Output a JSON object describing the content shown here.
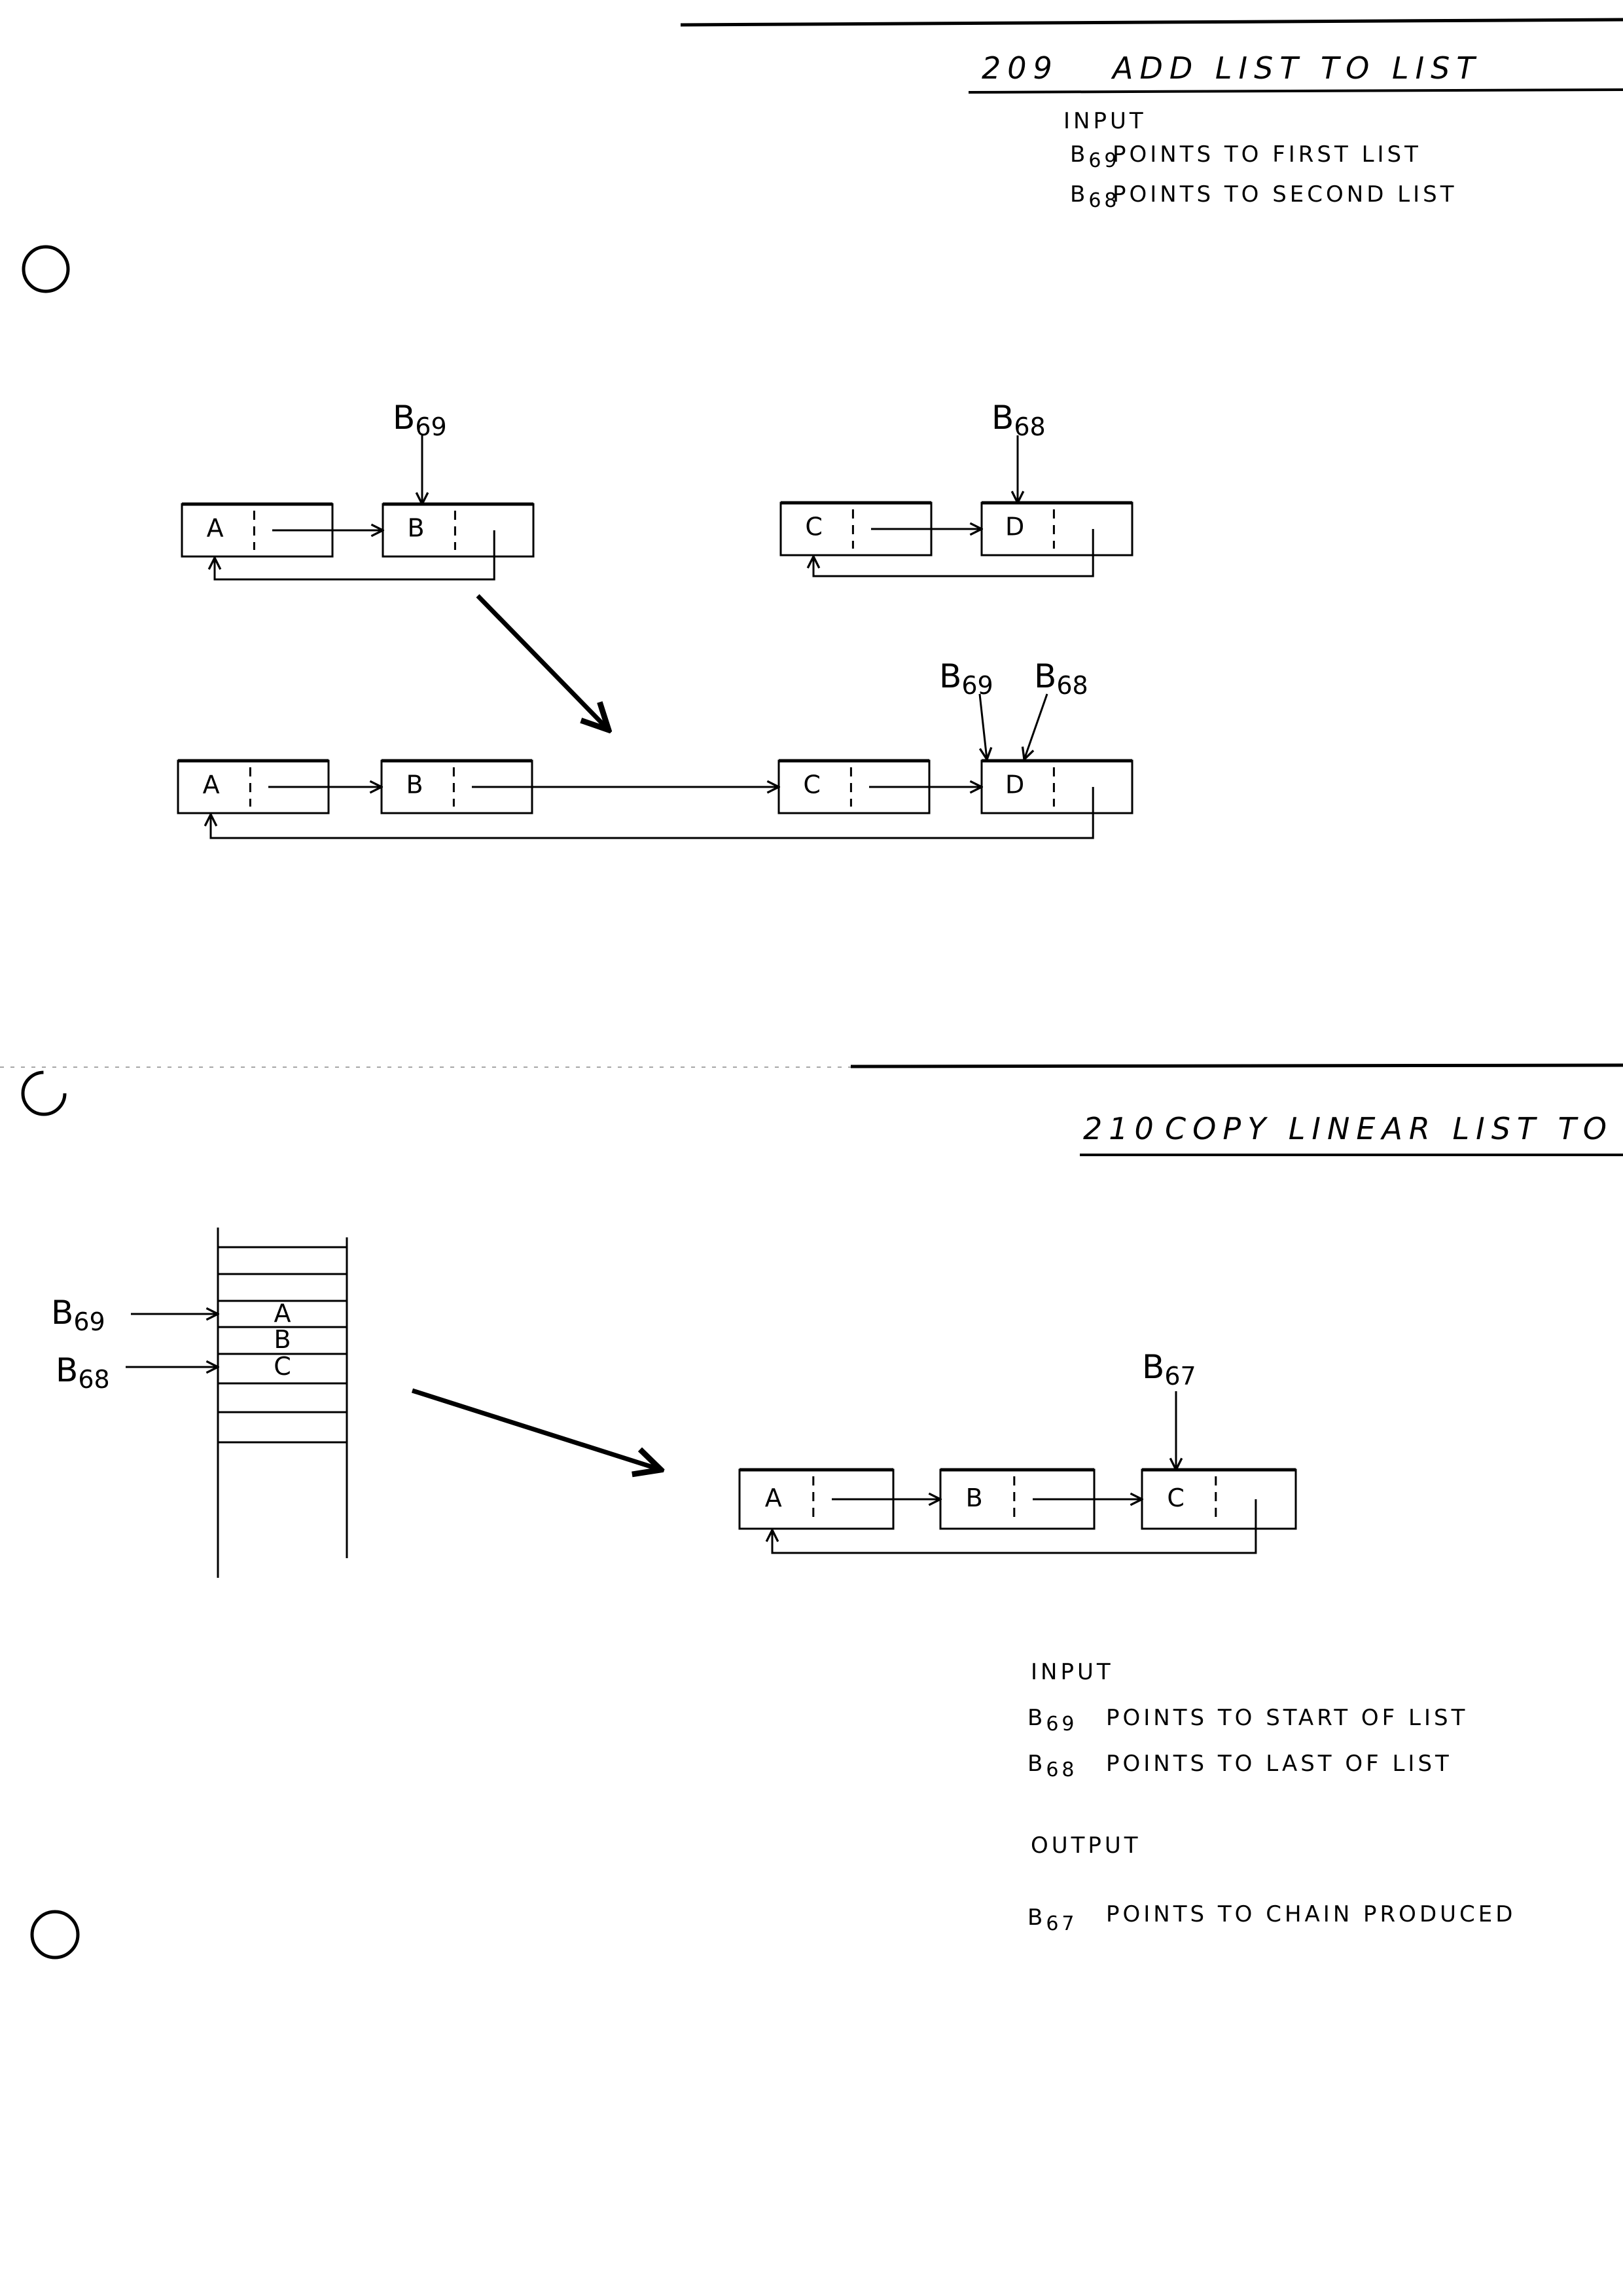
{
  "document": {
    "ink_color": "#000000",
    "paper_color": "#ffffff"
  },
  "section_209": {
    "number": "209",
    "title": "ADD LIST TO LIST",
    "input_heading": "INPUT",
    "input_lines": [
      {
        "register": "B",
        "sub": "69",
        "text": "POINTS TO FIRST LIST"
      },
      {
        "register": "B",
        "sub": "68",
        "text": "POINTS TO SECOND LIST"
      }
    ],
    "before": {
      "list1": {
        "nodes": [
          "A",
          "B"
        ],
        "pointer": {
          "register": "B",
          "sub": "69",
          "target_node": "B"
        }
      },
      "list2": {
        "nodes": [
          "C",
          "D"
        ],
        "pointer": {
          "register": "B",
          "sub": "68",
          "target_node": "D"
        }
      }
    },
    "after": {
      "nodes": [
        "A",
        "B",
        "C",
        "D"
      ],
      "pointers": [
        {
          "register": "B",
          "sub": "69",
          "target_node": "D"
        },
        {
          "register": "B",
          "sub": "68",
          "target_node": "D"
        }
      ]
    }
  },
  "section_210": {
    "number": "210",
    "title": "COPY LINEAR LIST TO CHAI",
    "linear_list": {
      "cells": [
        "",
        "",
        "A",
        "B",
        "C",
        "",
        "",
        ""
      ],
      "pointers": [
        {
          "register": "B",
          "sub": "69",
          "target_cell": "A"
        },
        {
          "register": "B",
          "sub": "68",
          "target_cell": "C"
        }
      ]
    },
    "chain": {
      "nodes": [
        "A",
        "B",
        "C"
      ],
      "pointer": {
        "register": "B",
        "sub": "67",
        "target_node": "C"
      }
    },
    "input_heading": "INPUT",
    "input_lines": [
      {
        "register": "B",
        "sub": "69",
        "text": "POINTS TO START OF LIST"
      },
      {
        "register": "B",
        "sub": "68",
        "text": "POINTS TO LAST OF LIST"
      }
    ],
    "output_heading": "OUTPUT",
    "output_lines": [
      {
        "register": "B",
        "sub": "67",
        "text": "POINTS TO CHAIN PRODUCED"
      }
    ]
  },
  "punch_holes": 3
}
